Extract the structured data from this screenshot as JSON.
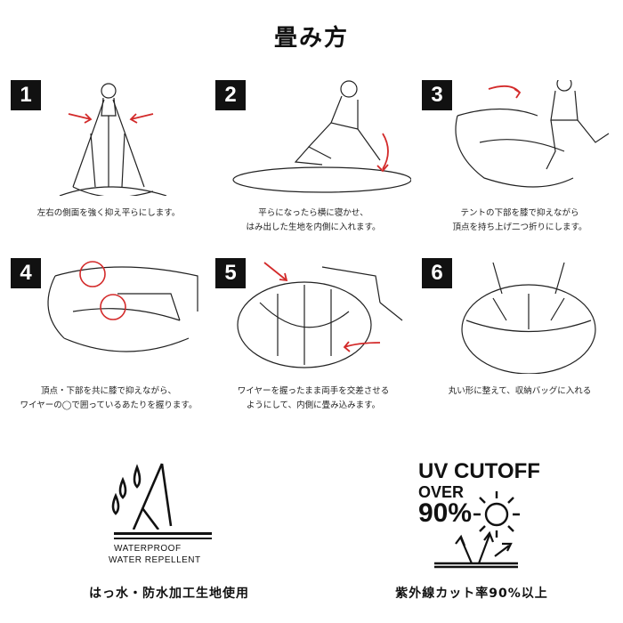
{
  "title": "畳み方",
  "steps": [
    {
      "num": "1",
      "lines": [
        "左右の側面を強く抑え平らにします。"
      ]
    },
    {
      "num": "2",
      "lines": [
        "平らになったら横に寝かせ、",
        "はみ出した生地を内側に入れます。"
      ]
    },
    {
      "num": "3",
      "lines": [
        "テントの下部を膝で抑えながら",
        "頂点を持ち上げ二つ折りにします。"
      ]
    },
    {
      "num": "4",
      "lines": [
        "頂点・下部を共に膝で抑えながら、",
        "ワイヤーの◯で囲っているあたりを握ります。"
      ]
    },
    {
      "num": "5",
      "lines": [
        "ワイヤーを握ったまま両手を交差させる",
        "ようにして、内側に畳み込みます。"
      ]
    },
    {
      "num": "6",
      "lines": [
        "丸い形に整えて、収納バッグに入れる"
      ]
    }
  ],
  "features": {
    "waterproof": {
      "line1": "WATERPROOF",
      "line2": "WATER REPELLENT",
      "label": "はっ水・防水加工生地使用",
      "icon": "water-drops-icon"
    },
    "uv": {
      "line1": "UV CUTOFF",
      "line2": "OVER",
      "line3": "90%",
      "label": "紫外線カット率90%以上",
      "icon": "sun-icon"
    }
  },
  "colors": {
    "arrow": "#d32a2a",
    "ink": "#111111"
  }
}
